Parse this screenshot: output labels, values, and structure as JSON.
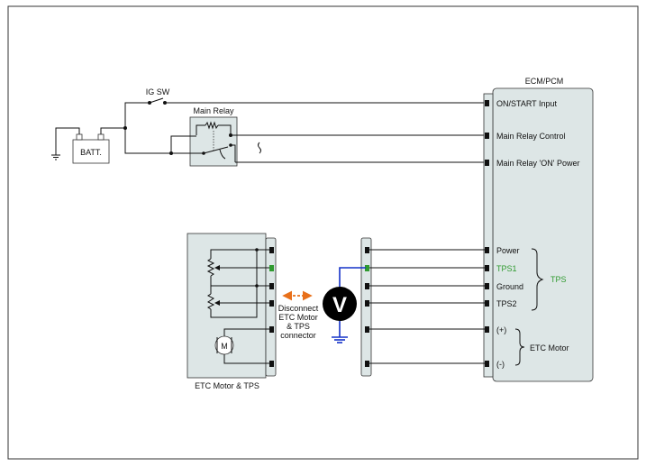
{
  "ecm": {
    "title": "ECM/PCM",
    "pins": [
      {
        "label": "ON/START Input"
      },
      {
        "label": "Main Relay Control"
      },
      {
        "label": "Main Relay 'ON' Power"
      },
      {
        "label": "Power"
      },
      {
        "label": "TPS1",
        "color": "#2f9a2f"
      },
      {
        "label": "Ground"
      },
      {
        "label": "TPS2"
      },
      {
        "label": "(+)"
      },
      {
        "label": "(-)"
      }
    ],
    "groups": [
      {
        "label": "TPS",
        "color": "#2f9a2f"
      },
      {
        "label": "ETC Motor"
      }
    ]
  },
  "battery": {
    "label": "BATT."
  },
  "ig_switch": {
    "label": "IG SW"
  },
  "main_relay": {
    "label": "Main Relay"
  },
  "etc_motor": {
    "label": "ETC Motor & TPS",
    "motor_symbol": "M"
  },
  "note": {
    "lines": [
      "Disconnect",
      "ETC Motor",
      "& TPS",
      "connector"
    ]
  },
  "voltmeter": {
    "symbol": "V"
  },
  "colors": {
    "probe_wire": "#1432c8",
    "highlight": "#2f9a2f",
    "arrow": "#e8701a",
    "component_fill": "#dde6e6"
  }
}
